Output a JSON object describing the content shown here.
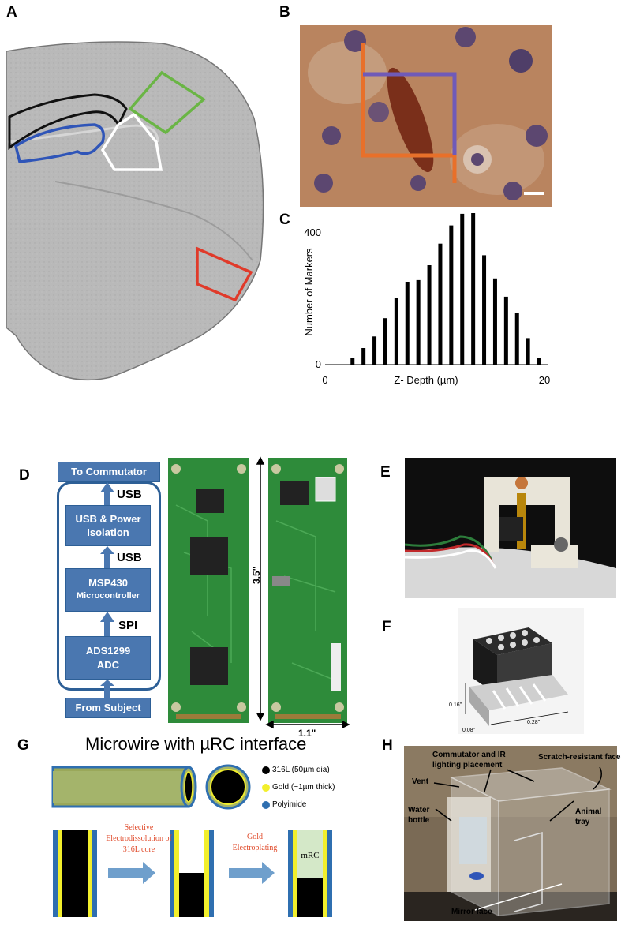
{
  "panels": {
    "A": {
      "label": "A"
    },
    "B": {
      "label": "B"
    },
    "C": {
      "label": "C"
    },
    "D": {
      "label": "D"
    },
    "E": {
      "label": "E"
    },
    "F": {
      "label": "F"
    },
    "G": {
      "label": "G"
    },
    "H": {
      "label": "H"
    }
  },
  "chart_data": {
    "type": "bar",
    "ylabel": "Number of Markers",
    "xlabel": "Z- Depth (µm)",
    "xlim": [
      0,
      20
    ],
    "ylim": [
      0,
      400
    ],
    "xticks": [
      "0",
      "20"
    ],
    "yticks": [
      "0",
      "400"
    ],
    "x": [
      2.5,
      3.5,
      4.5,
      5.5,
      6.5,
      7.5,
      8.5,
      9.5,
      10.5,
      11.5,
      12.5,
      13.5,
      14.5,
      15.5,
      16.5,
      17.5,
      18.5
    ],
    "values": [
      20,
      50,
      85,
      140,
      200,
      250,
      255,
      300,
      365,
      420,
      455,
      470,
      330,
      260,
      205,
      155,
      80,
      20
    ]
  },
  "block_diagram": {
    "to_commutator": "To Commutator",
    "usb_top": "USB",
    "usb_power": "USB & Power Isolation",
    "usb_mid": "USB",
    "msp_title": "MSP430",
    "msp_sub": "Microcontroller",
    "spi": "SPI",
    "ads_title": "ADS1299",
    "ads_sub": "ADC",
    "from_subject": "From Subject"
  },
  "pcb": {
    "dim_height": "3.5\"",
    "dim_width": "1.1\""
  },
  "connector_dims": {
    "d1": "0.16\"",
    "d2": "0.28\"",
    "d3": "0.08\""
  },
  "microwire": {
    "title": "Microwire with µRC interface",
    "legend": [
      "316L (50µm dia)",
      "Gold (~1µm thick)",
      "Polyimide"
    ],
    "legend_colors": [
      "#000000",
      "#f2ef2c",
      "#2f6fb0"
    ],
    "step1": "Selective Electrodissolution of 316L core",
    "step2": "Gold Electroplating",
    "mrc": "mRC"
  },
  "enclosure": {
    "commutator": "Commutator and IR lighting placement",
    "scratch": "Scratch-resistant face",
    "vent": "Vent",
    "water": "Water bottle",
    "animal": "Animal tray",
    "mirror": "Mirror face"
  }
}
